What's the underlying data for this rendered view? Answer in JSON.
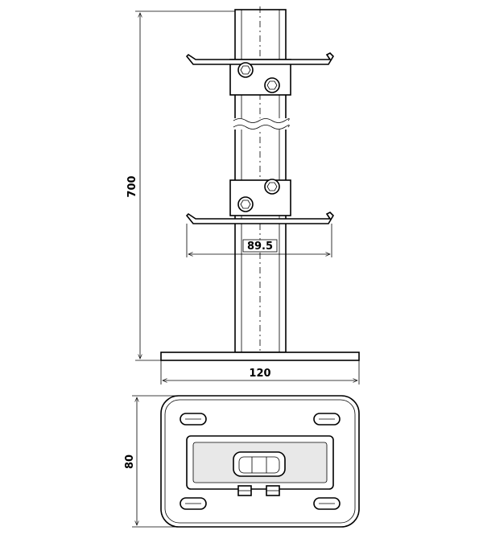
{
  "dimensions": {
    "height_label": "700",
    "clamp_span_label": "89.5",
    "base_width_label": "120",
    "base_depth_label": "80"
  },
  "colors": {
    "line": "#000000",
    "fill": "#ffffff",
    "shade": "#e8e8e8"
  }
}
